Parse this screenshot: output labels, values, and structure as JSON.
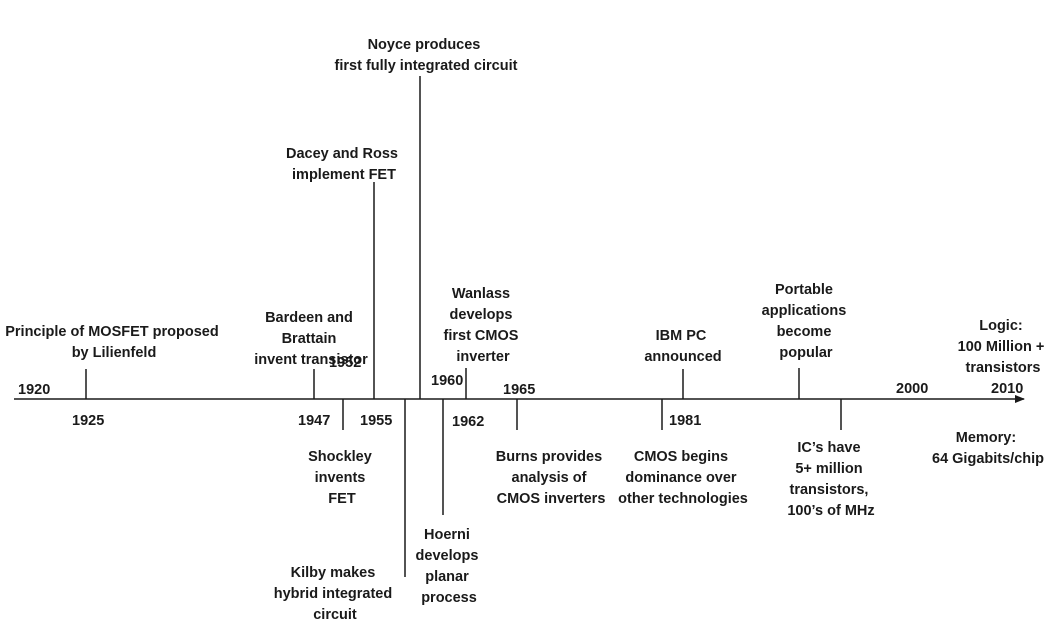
{
  "timeline": {
    "year_labels": [
      "1920",
      "1925",
      "1947",
      "1952",
      "1955",
      "1960",
      "1962",
      "1965",
      "1981",
      "2000",
      "2010"
    ],
    "events": [
      {
        "lines": [
          "Principle of MOSFET proposed",
          "by Lilienfeld"
        ]
      },
      {
        "lines": [
          "Bardeen and",
          "Brattain",
          "invent transistor"
        ]
      },
      {
        "lines": [
          "Dacey and Ross",
          "implement FET"
        ]
      },
      {
        "lines": [
          "Noyce produces",
          "first fully integrated circuit"
        ]
      },
      {
        "lines": [
          "Wanlass",
          "develops",
          "first CMOS",
          "inverter"
        ]
      },
      {
        "lines": [
          "IBM PC",
          "announced"
        ]
      },
      {
        "lines": [
          "Portable",
          "applications",
          "become",
          "popular"
        ]
      },
      {
        "lines": [
          "Logic:",
          "100 Million +",
          "transistors"
        ]
      },
      {
        "lines": [
          "Shockley",
          "invents",
          "FET"
        ]
      },
      {
        "lines": [
          "Kilby makes",
          "hybrid integrated",
          "circuit"
        ]
      },
      {
        "lines": [
          "Hoerni",
          "develops",
          "planar",
          "process"
        ]
      },
      {
        "lines": [
          "Burns provides",
          "analysis of",
          "CMOS inverters"
        ]
      },
      {
        "lines": [
          "CMOS begins",
          "dominance over",
          "other technologies"
        ]
      },
      {
        "lines": [
          "IC’s have",
          "5+ million",
          "transistors,",
          "100’s of MHz"
        ]
      },
      {
        "lines": [
          "Memory:",
          "64 Gigabits/chip"
        ]
      }
    ]
  }
}
